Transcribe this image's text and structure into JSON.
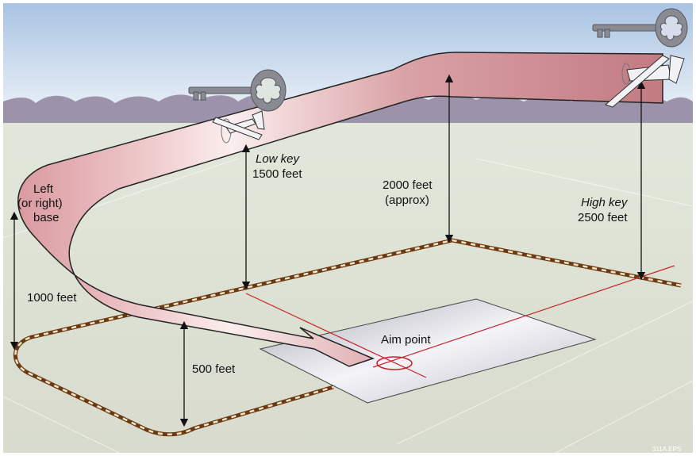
{
  "labels": {
    "base_line1": "Left",
    "base_line2": "(or right)",
    "base_line3": "base",
    "low_key_title": "Low key",
    "low_key_alt": "1500 feet",
    "mid_alt": "2000 feet",
    "mid_note": "(approx)",
    "high_key_title": "High key",
    "high_key_alt": "2500 feet",
    "alt_1000": "1000 feet",
    "alt_500": "500 feet",
    "aim_point": "Aim point",
    "figure_id": "311A.EPS"
  },
  "colors": {
    "sky_top": "#a9c3e2",
    "mountains": "#9c93aa",
    "ground": "#dfe5da",
    "ribbon_dark": "#c27b82",
    "pattern": "#a0612a"
  }
}
